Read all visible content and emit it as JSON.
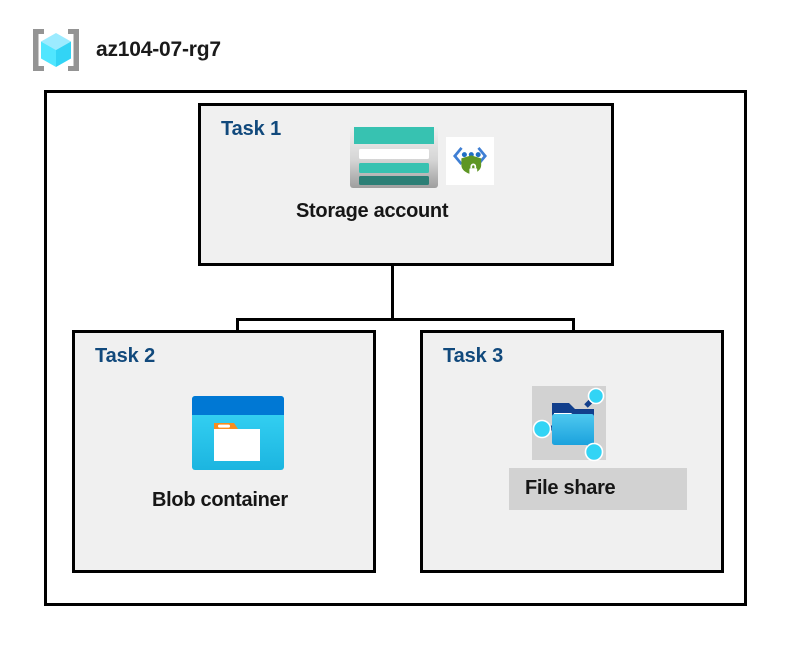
{
  "diagram": {
    "type": "azure-architecture",
    "resource_group": {
      "name": "az104-07-rg7",
      "icon": "azure-resource-group-icon"
    },
    "tasks": [
      {
        "id": "task-1",
        "label": "Task 1",
        "node_label": "Storage account",
        "icons": [
          "storage-account-icon",
          "key-vault-secure-icon"
        ],
        "selected": false
      },
      {
        "id": "task-2",
        "label": "Task 2",
        "node_label": "Blob container",
        "icons": [
          "blob-container-icon"
        ],
        "selected": false
      },
      {
        "id": "task-3",
        "label": "Task 3",
        "node_label": "File share",
        "icons": [
          "file-share-icon"
        ],
        "selected": true
      }
    ],
    "connections": [
      {
        "from": "task-1",
        "to": "task-2"
      },
      {
        "from": "task-1",
        "to": "task-3"
      }
    ],
    "colors": {
      "task_label": "#11497c",
      "node_label": "#161616",
      "task_box_fill": "#f0f0f0",
      "group_box_fill": "#ffffff",
      "border": "#000000",
      "selection_highlight": "#d2d2d2",
      "storage_teal": "#37c2b1",
      "storage_teal_dark": "#2c7f76",
      "blob_blue": "#0078d4",
      "blob_cyan": "#32d4f5",
      "blob_tab_orange": "#f78d1e",
      "shield_green": "#5e9624",
      "fileshare_navy": "#0f4d9e",
      "fileshare_cyan": "#32d4f5",
      "rg_cube_cyan": "#50e6ff",
      "rg_bracket_gray": "#949494"
    }
  }
}
